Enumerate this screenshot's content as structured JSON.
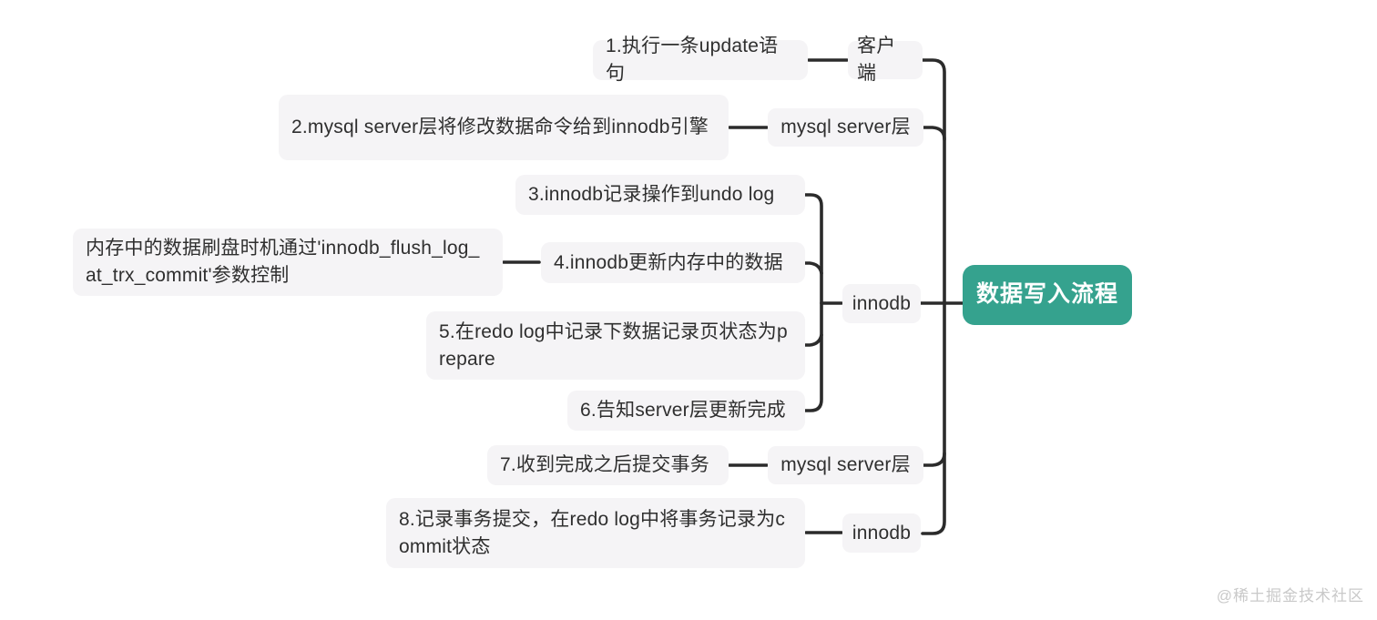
{
  "root": {
    "label": "数据写入流程"
  },
  "branches": [
    {
      "label": "客户端",
      "children": [
        {
          "label": "1.执行一条update语句"
        }
      ]
    },
    {
      "label": "mysql server层",
      "children": [
        {
          "label": "2.mysql server层将修改数据命令给到innodb引擎"
        }
      ]
    },
    {
      "label": "innodb",
      "children": [
        {
          "label": "3.innodb记录操作到undo log"
        },
        {
          "label": "4.innodb更新内存中的数据",
          "note": "内存中的数据刷盘时机通过'innodb_flush_log_at_trx_commit'参数控制"
        },
        {
          "label": "5.在redo log中记录下数据记录页状态为prepare"
        },
        {
          "label": "6.告知server层更新完成"
        }
      ]
    },
    {
      "label": "mysql server层",
      "children": [
        {
          "label": "7.收到完成之后提交事务"
        }
      ]
    },
    {
      "label": "innodb",
      "children": [
        {
          "label": "8.记录事务提交，在redo log中将事务记录为commit状态"
        }
      ]
    }
  ],
  "watermark": "@稀土掘金技术社区",
  "colors": {
    "root_background": "#35a28e",
    "root_text": "#ffffff",
    "node_background": "#f5f4f6",
    "node_text": "#2f2f2f",
    "connector": "#2b2b2b",
    "watermark_text": "#c9c9c9",
    "page_background": "#ffffff"
  }
}
